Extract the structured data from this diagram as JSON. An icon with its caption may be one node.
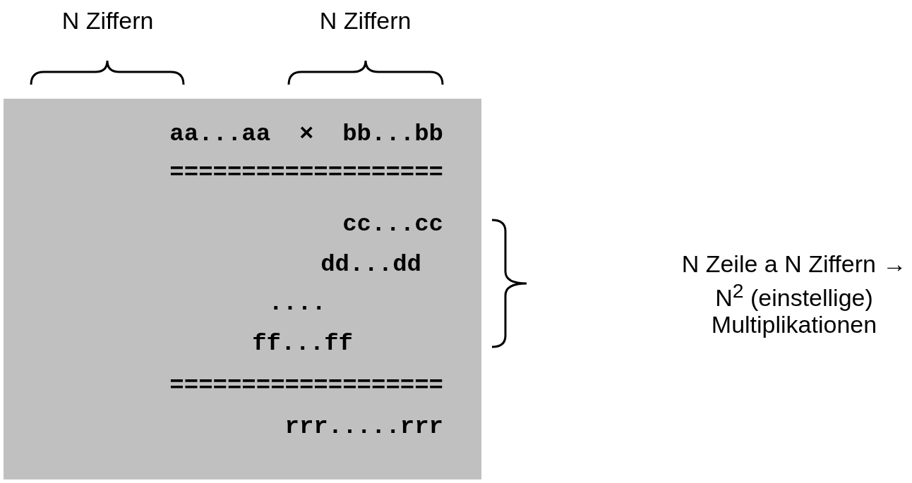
{
  "diagram": {
    "nodes": [
      {
        "text": [
          "aa...aa  ×  bb...bb",
          "===================",
          "cc...cc",
          "dd...dd",
          "....",
          "ff...ff",
          "===================",
          "rrr.....rrr"
        ]
      }
    ],
    "edges": [],
    "labels": [
      "N Ziffern",
      "N Ziffern",
      "N Zeile a N Ziffern → N$^{2}$ (einstellige) Multiplikationen"
    ]
  }
}
